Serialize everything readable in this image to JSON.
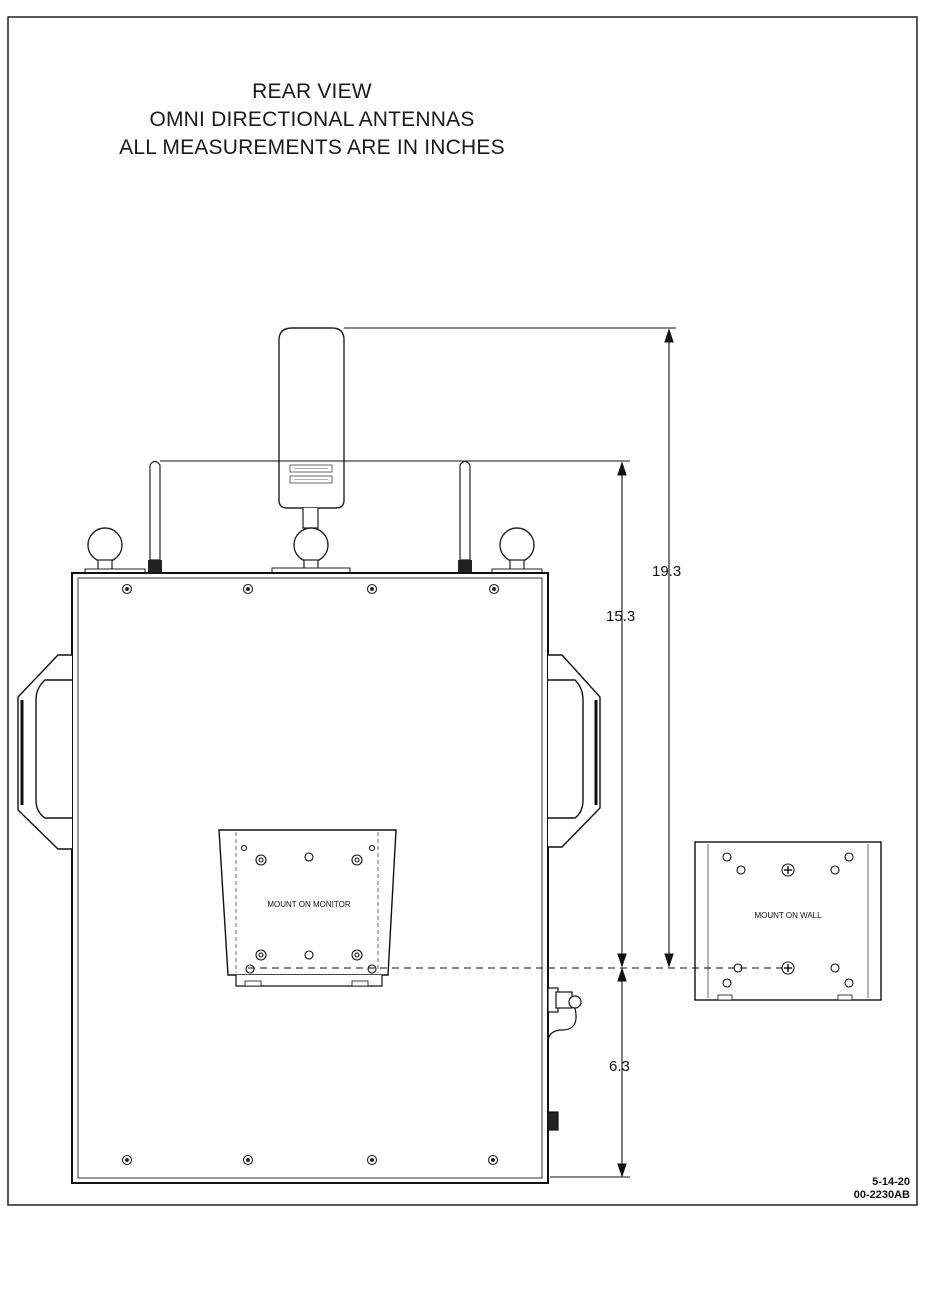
{
  "title": {
    "line1": "REAR VIEW",
    "line2": "OMNI DIRECTIONAL ANTENNAS",
    "line3": "ALL MEASUREMENTS ARE IN INCHES"
  },
  "dimensions": {
    "overall_height": "19.3",
    "antenna_height": "15.3",
    "mount_height": "6.3"
  },
  "labels": {
    "mount_on_monitor": "MOUNT ON MONITOR",
    "mount_on_wall": "MOUNT ON WALL"
  },
  "footer": {
    "date": "5-14-20",
    "drawing_number": "00-2230AB"
  }
}
